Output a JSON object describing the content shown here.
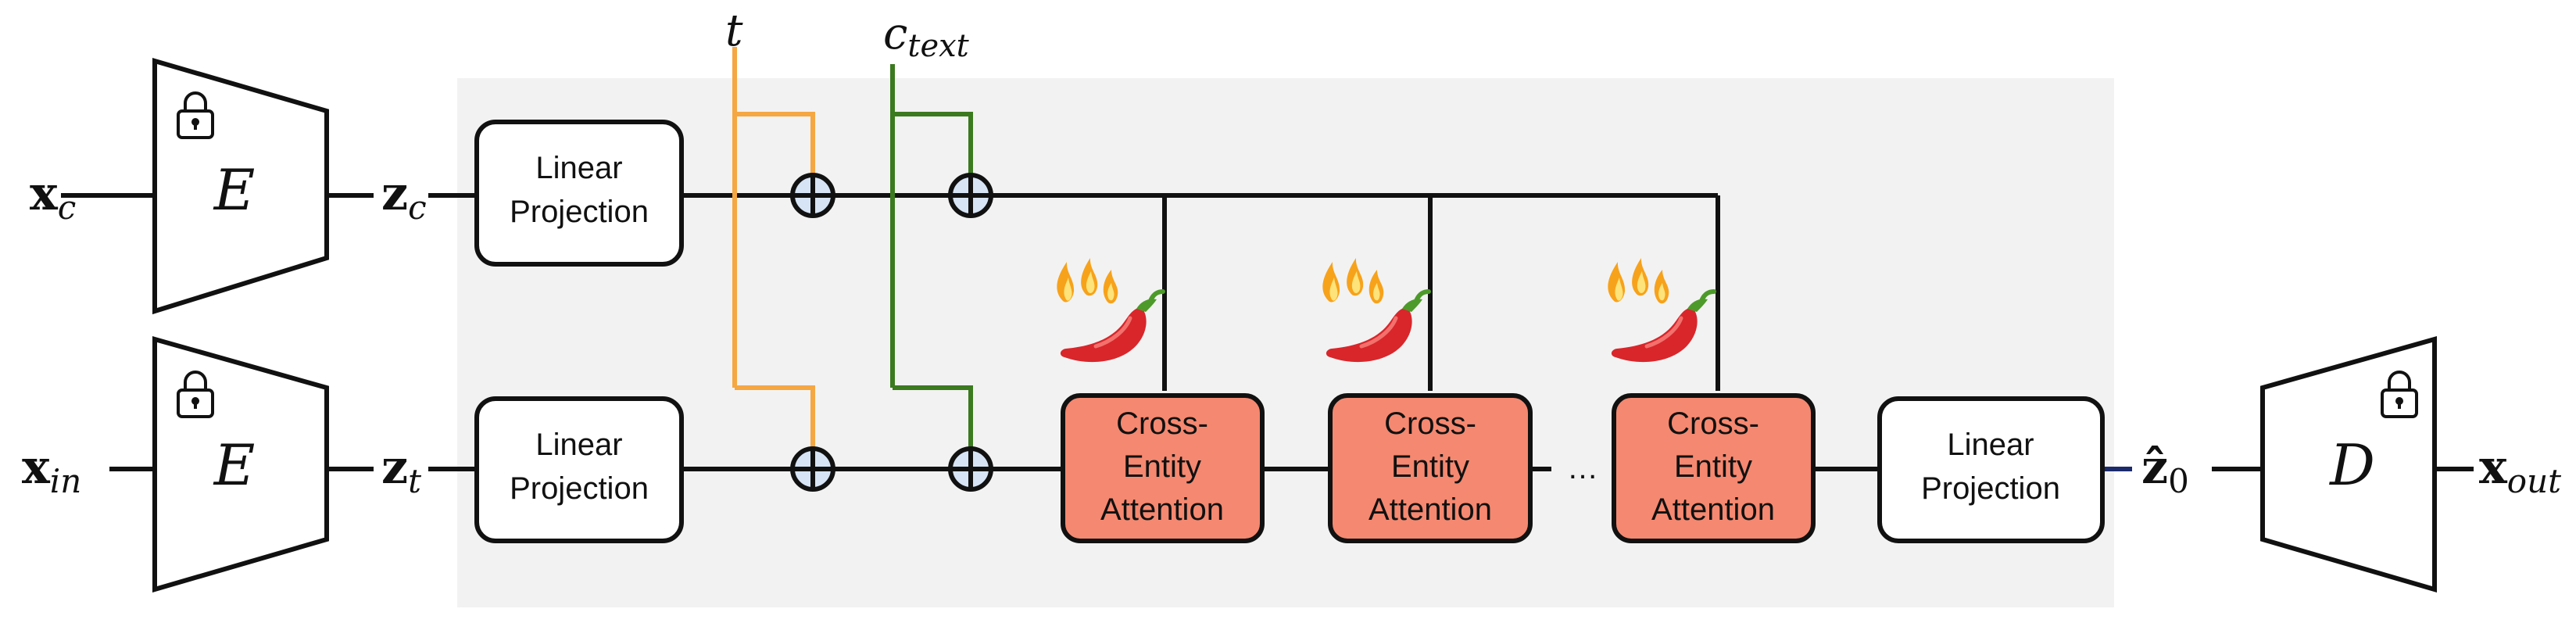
{
  "colors": {
    "background_panel": "#f2f2f2",
    "line": "#111111",
    "t_line": "#f5a742",
    "c_text_line": "#3b7a1f",
    "attention_fill": "#f58870",
    "adder_fill": "#d6e4f5",
    "output_line": "#1b2a6b"
  },
  "encoders": {
    "top": {
      "letter": "E",
      "input_main": "x",
      "input_sub": "c",
      "output_main": "z",
      "output_sub": "c"
    },
    "bottom": {
      "letter": "E",
      "input_main": "x",
      "input_sub": "in",
      "output_main": "z",
      "output_sub": "t"
    }
  },
  "decoder": {
    "letter": "D",
    "input_main": "ẑ",
    "input_sub": "0",
    "output_main": "x",
    "output_sub": "out"
  },
  "conditions": {
    "t": {
      "main": "t"
    },
    "c_text": {
      "main": "c",
      "sub": "text"
    }
  },
  "linear_projection": {
    "line1": "Linear",
    "line2": "Projection"
  },
  "cross_attention": {
    "line1": "Cross-",
    "line2": "Entity",
    "line3": "Attention"
  },
  "ellipsis": "…",
  "icons": {
    "lock": "lock-icon",
    "trainable": "fire-chili-icon"
  }
}
